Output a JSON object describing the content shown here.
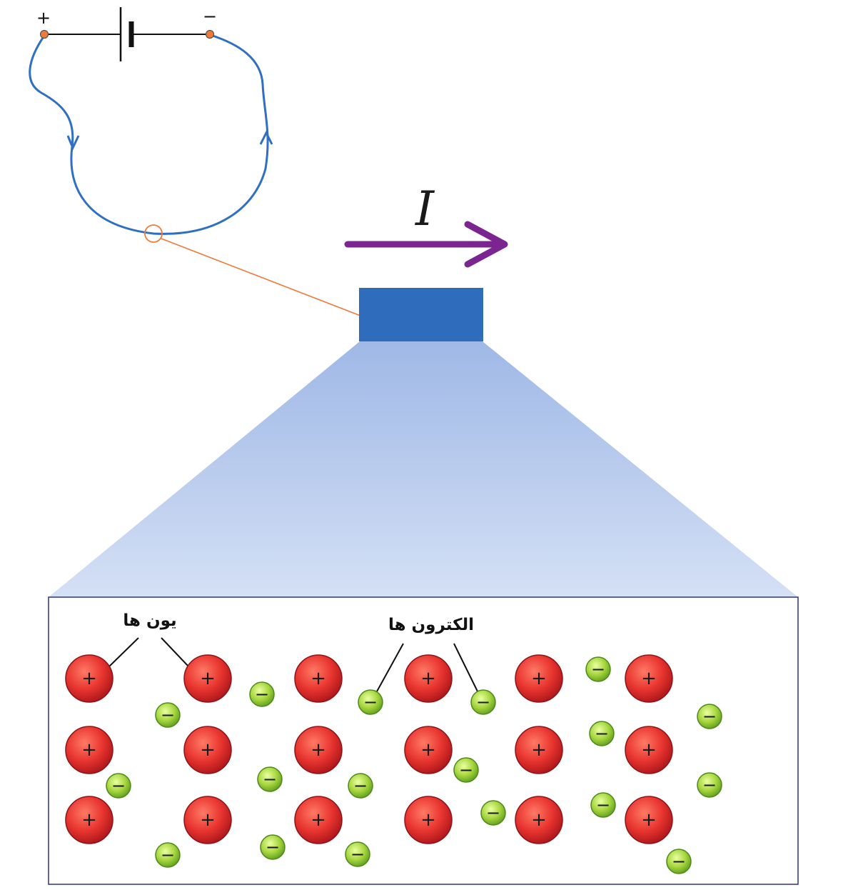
{
  "circuit": {
    "positive_terminal": "+",
    "negative_terminal": "−"
  },
  "current": {
    "label": "I"
  },
  "labels": {
    "ions": "یون ها",
    "electrons": "الکترون ها"
  },
  "ion_sign": "+",
  "electron_sign": "−",
  "colors": {
    "wire": "#2f6fc4",
    "current_arrow": "#7a2590",
    "terminal": "#f07a3a",
    "zoom_line": "#f07a3a",
    "conductor": "#2f6cbc",
    "ion": "#d9322e",
    "electron": "#8fcc3a",
    "box_border": "#3a3f8f"
  }
}
